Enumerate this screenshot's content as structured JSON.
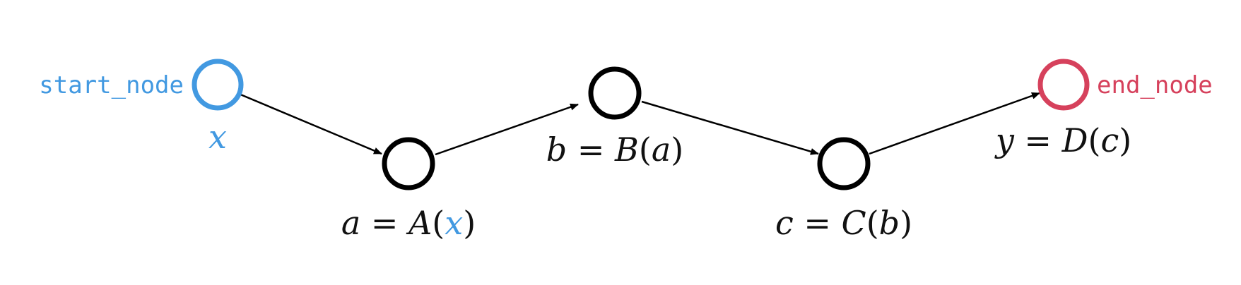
{
  "colors": {
    "start": "#4299e1",
    "end": "#d6415c",
    "node": "#000000",
    "edge": "#000000",
    "text": "#111111"
  },
  "labels": {
    "start_node": "start_node",
    "end_node": "end_node"
  },
  "formulas": {
    "x": {
      "var": "x"
    },
    "a": {
      "lhs": "a",
      "eq": " = ",
      "fn": "A",
      "open": "(",
      "arg": "x",
      "close": ")"
    },
    "b": {
      "lhs": "b",
      "eq": " = ",
      "fn": "B",
      "open": "(",
      "arg": "a",
      "close": ")"
    },
    "c": {
      "lhs": "c",
      "eq": " = ",
      "fn": "C",
      "open": "(",
      "arg": "b",
      "close": ")"
    },
    "y": {
      "lhs": "y",
      "eq": " = ",
      "fn": "D",
      "open": "(",
      "arg": "c",
      "close": ")"
    }
  },
  "nodes": [
    "start",
    "a",
    "b",
    "c",
    "end"
  ],
  "edges": [
    {
      "from": "start",
      "to": "a"
    },
    {
      "from": "a",
      "to": "b"
    },
    {
      "from": "b",
      "to": "c"
    },
    {
      "from": "c",
      "to": "end"
    }
  ]
}
